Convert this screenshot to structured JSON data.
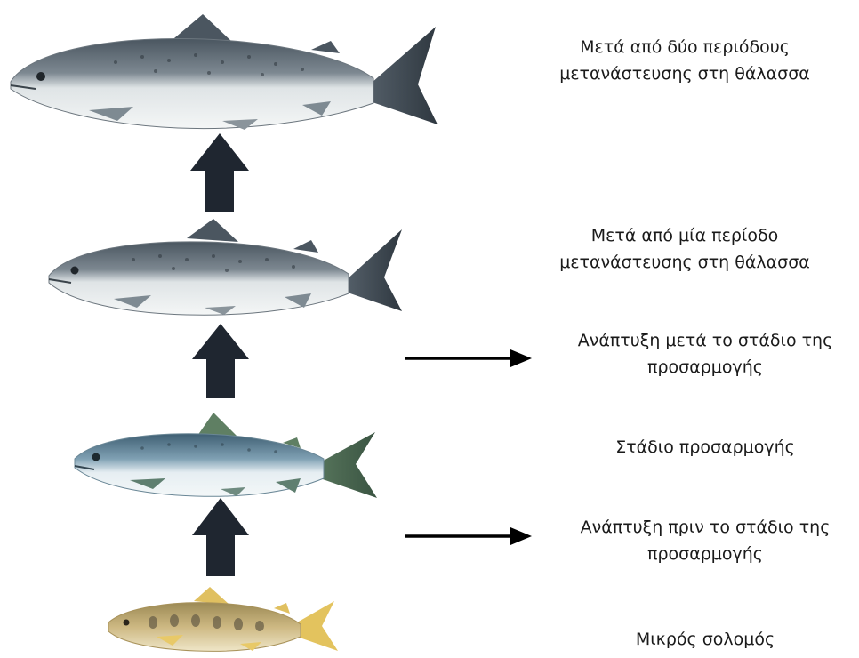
{
  "stages": [
    {
      "id": "adult-two-sea",
      "lines": [
        "Μετά από δύο περιόδους",
        "μετανάστευσης στη θάλασσα"
      ]
    },
    {
      "id": "adult-one-sea",
      "lines": [
        "Μετά από μία περίοδο",
        "μετανάστευσης στη θάλασσα"
      ]
    },
    {
      "id": "post-smolt",
      "lines": [
        "Ανάπτυξη μετά το στάδιο της",
        "προσαρμογής"
      ]
    },
    {
      "id": "smolt",
      "lines": [
        "Στάδιο προσαρμογής"
      ]
    },
    {
      "id": "pre-smolt",
      "lines": [
        "Ανάπτυξη πριν το στάδιο της",
        "προσαρμογής"
      ]
    },
    {
      "id": "parr",
      "lines": [
        "Μικρός σολομός"
      ]
    }
  ],
  "colors": {
    "arrow": "#1f2630",
    "text": "#1a1a1a",
    "adult_back": "#5b6670",
    "adult_belly": "#eef0f0",
    "smolt_back": "#4f6f82",
    "smolt_fin": "#5f7f63",
    "parr_body": "#c9b27a",
    "parr_fin": "#e0c060",
    "parr_spot": "#6a6048"
  }
}
